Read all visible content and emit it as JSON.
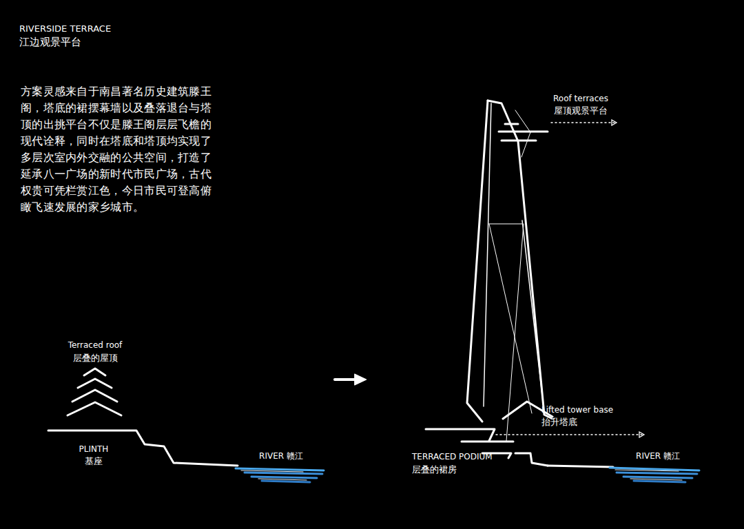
{
  "diagram": {
    "title": "RIVERSIDE TERRACE",
    "labels": [
      "江边观景平台",
      "方案灵感来自于南昌著名历史建筑滕王阁，塔底的裙摆幕墙以及叠落退台与塔顶的出挑平台不仅是滕王阁层层飞檐的现代诠释，同时在塔底和塔顶均实现了多层次室内外交融的公共空间，打造了延承八一广场的新时代市民广场，古代权贵可凭栏赏江色，今日市民可登高俯瞰飞速发展的家乡城市。",
      "Terraced roof",
      "层叠的屋顶",
      "PLINTH",
      "基座",
      "RIVER 赣江",
      "Roof terraces",
      "屋顶观景平台",
      "Lifted tower base",
      "抬升塔底",
      "TERRACED PODIUM",
      "层叠的裙房",
      "RIVER 赣江"
    ]
  }
}
